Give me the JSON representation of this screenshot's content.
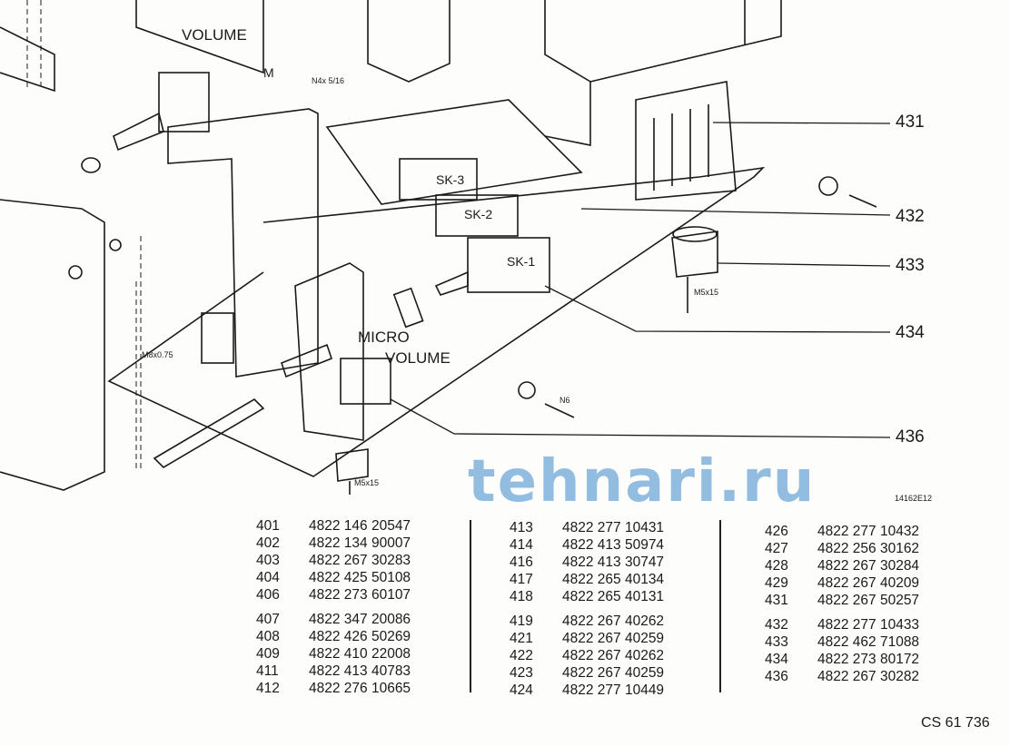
{
  "diagram": {
    "labels": {
      "volume_top": "VOLUME",
      "m": "M",
      "n4x": "N4x 5/16",
      "sk3": "SK-3",
      "sk2": "SK-2",
      "sk1": "SK-1",
      "micro": "MICRO",
      "micro_volume": "VOLUME",
      "m8": "M8x0.75",
      "n6": "N6",
      "m5_right": "M5x15",
      "m5_bottom": "M5x15",
      "drawing_no": "14162E12"
    },
    "callouts": [
      "431",
      "432",
      "433",
      "434",
      "436"
    ]
  },
  "parts_list": {
    "columns": [
      [
        [
          "401",
          "4822 146 20547"
        ],
        [
          "402",
          "4822 134 90007"
        ],
        [
          "403",
          "4822 267 30283"
        ],
        [
          "404",
          "4822 425 50108"
        ],
        [
          "406",
          "4822 273 60107"
        ],
        [
          "407",
          "4822 347 20086"
        ],
        [
          "408",
          "4822 426 50269"
        ],
        [
          "409",
          "4822 410 22008"
        ],
        [
          "411",
          "4822 413 40783"
        ],
        [
          "412",
          "4822 276 10665"
        ]
      ],
      [
        [
          "413",
          "4822 277 10431"
        ],
        [
          "414",
          "4822 413 50974"
        ],
        [
          "416",
          "4822 413 30747"
        ],
        [
          "417",
          "4822 265 40134"
        ],
        [
          "418",
          "4822 265 40131"
        ],
        [
          "419",
          "4822 267 40262"
        ],
        [
          "421",
          "4822 267 40259"
        ],
        [
          "422",
          "4822 267 40262"
        ],
        [
          "423",
          "4822 267 40259"
        ],
        [
          "424",
          "4822 277 10449"
        ]
      ],
      [
        [
          "426",
          "4822 277 10432"
        ],
        [
          "427",
          "4822 256 30162"
        ],
        [
          "428",
          "4822 267 30284"
        ],
        [
          "429",
          "4822 267 40209"
        ],
        [
          "431",
          "4822 267 50257"
        ],
        [
          "432",
          "4822 277 10433"
        ],
        [
          "433",
          "4822 462 71088"
        ],
        [
          "434",
          "4822 273 80172"
        ],
        [
          "436",
          "4822 267 30282"
        ]
      ]
    ]
  },
  "footer_code": "CS 61 736",
  "watermark": "tehnari.ru"
}
